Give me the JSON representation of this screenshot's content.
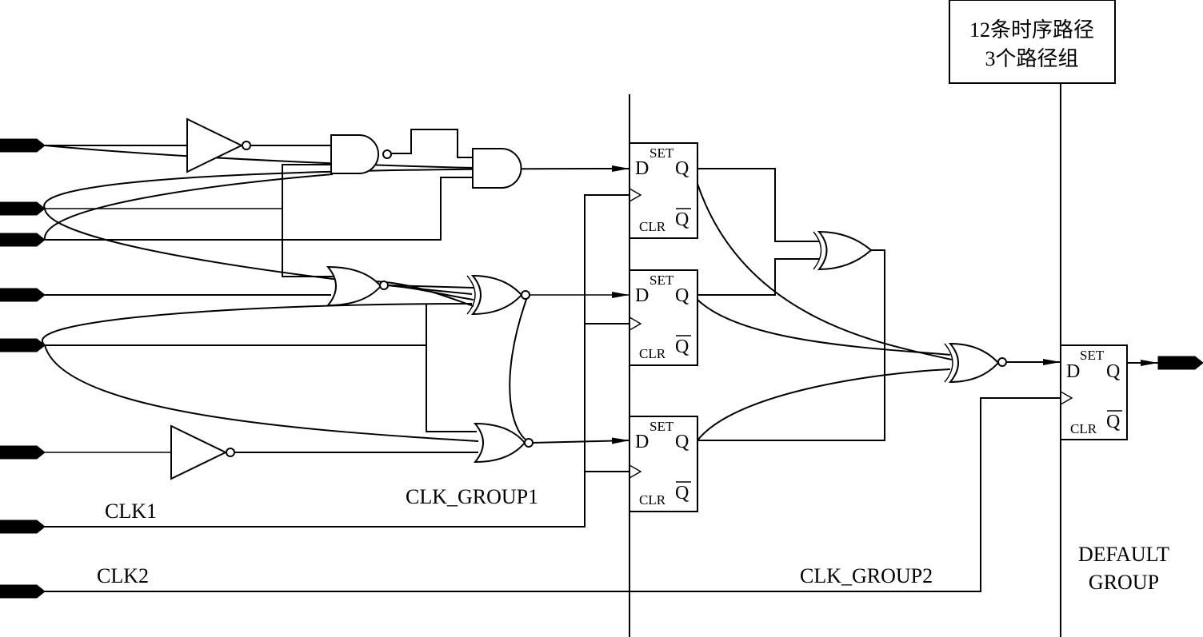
{
  "annotation_box": {
    "line1": "12条时序路径",
    "line2": "3个路径组"
  },
  "labels": {
    "clk1": "CLK1",
    "clk2": "CLK2",
    "clk_group1": "CLK_GROUP1",
    "clk_group2": "CLK_GROUP2",
    "default_line1": "DEFAULT",
    "default_line2": "GROUP"
  },
  "flipflop": {
    "d": "D",
    "q": "Q",
    "qbar": "Q",
    "set": "SET",
    "clr": "CLR"
  }
}
